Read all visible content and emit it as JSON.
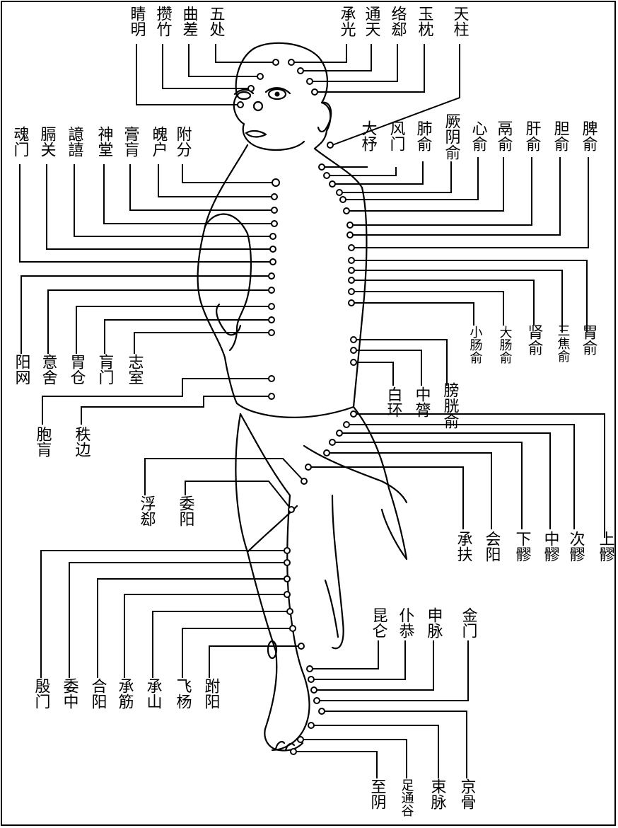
{
  "labels": {
    "jingming": "睛明",
    "zanzhu": "攒竹",
    "qucha": "曲差",
    "wuchu": "五处",
    "chengguang": "承光",
    "tongtian": "通天",
    "luoque": "络郄",
    "yuzhen": "玉枕",
    "tianzhu": "天柱",
    "dazhu": "大杼",
    "fengmen": "风门",
    "feishu": "肺俞",
    "jueyinshu": "厥阴俞",
    "xinshu": "心俞",
    "dushu": "鬲俞",
    "ganshu": "肝俞",
    "danshu": "胆俞",
    "pishu": "脾俞",
    "hunmen": "魂门",
    "geguan": "膈关",
    "yixi": "譩譆",
    "shentang": "神堂",
    "gaohuang": "膏肓",
    "pohu": "魄户",
    "fufen": "附分",
    "xiaochangshu": "小肠俞",
    "dachangshu": "大肠俞",
    "shenshu": "肾俞",
    "sanjiaoshu": "三焦俞",
    "weishu": "胃俞",
    "yanggang": "阳网",
    "yishe": "意舍",
    "weicang": "胃仓",
    "huangmen": "肓门",
    "zhishi": "志室",
    "baihuan": "白环",
    "zhonglv": "中膂",
    "pangguangshu": "膀胱俞",
    "baohuang": "胞肓",
    "zhibian": "秩边",
    "fuxi": "浮郄",
    "weiyang": "委阳",
    "chengfu": "承扶",
    "huiyang": "会阳",
    "xialiao": "下髎",
    "zhongliao": "中髎",
    "ciliao": "次髎",
    "shangliao": "上髎",
    "kunlun": "昆仑",
    "pucan": "仆恭",
    "shenmai": "申脉",
    "jinmen": "金门",
    "yinmen": "殷门",
    "weizhong": "委中",
    "heyang": "合阳",
    "chengjin": "承筋",
    "chengshan": "承山",
    "feiyang": "飞杨",
    "fuyang": "跗阳",
    "zhiyin": "至阴",
    "zutonggu": "足通谷",
    "shugu": "束脉",
    "jinggu": "京骨"
  }
}
